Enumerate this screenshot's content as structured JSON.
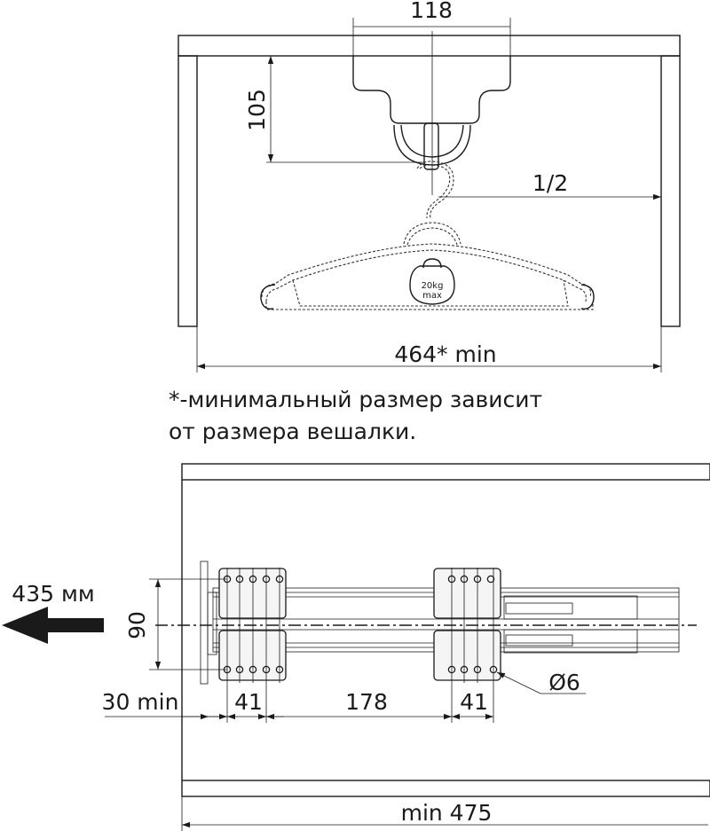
{
  "top_view": {
    "dim_width_top": "118",
    "dim_height": "105",
    "dim_half": "1/2",
    "dim_min_width": "464* min",
    "weight_value": "20kg",
    "weight_unit": "max"
  },
  "footnote": {
    "line1": "*-минимальный размер зависит",
    "line2": "от размера вешалки."
  },
  "bottom_view": {
    "arrow_label": "435 мм",
    "dim_90": "90",
    "dim_30_min": "30 min",
    "dim_41_left": "41",
    "dim_178": "178",
    "dim_41_right": "41",
    "dim_hole": "Ø6",
    "dim_min_475": "min 475"
  }
}
